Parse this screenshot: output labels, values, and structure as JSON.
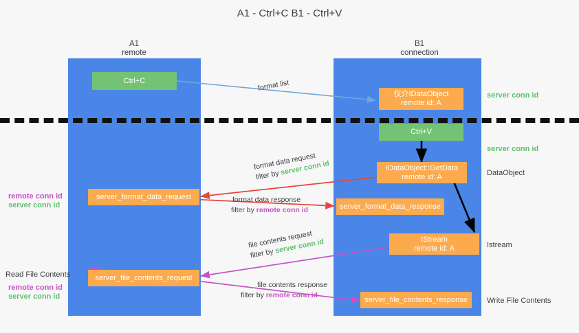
{
  "title": {
    "line1": "A1 - Ctrl+C",
    "line2": "B1 - Ctrl+V"
  },
  "lanes": [
    {
      "name": "A1",
      "sub": "remote"
    },
    {
      "name": "B1",
      "sub": "connection"
    }
  ],
  "nodes": {
    "ctrl_c": {
      "label": "Ctrl+C"
    },
    "idataobject": {
      "label": "仅介IDataObject",
      "sub": "remote id: A"
    },
    "ctrl_v": {
      "label": "Ctrl+V"
    },
    "getdata": {
      "label": "IDataObject::GetData",
      "sub": "remote id: A"
    },
    "format_data_request": {
      "label": "server_format_data_request"
    },
    "format_data_response": {
      "label": "server_format_data_response"
    },
    "istream": {
      "label": "IStream",
      "sub": "remote id: A"
    },
    "file_contents_request": {
      "label": "server_file_contents_request"
    },
    "file_contents_response": {
      "label": "server_file_contents_response"
    }
  },
  "edges": {
    "format_list": {
      "line1": "format list"
    },
    "format_data_request": {
      "line1": "format data request",
      "filter_prefix": "filter by ",
      "filter_value": "server conn id"
    },
    "format_data_response": {
      "line1": "format data response",
      "filter_prefix": "filter by ",
      "filter_value": "remote conn id"
    },
    "file_contents_request": {
      "line1": "file contents request",
      "filter_prefix": "filter by ",
      "filter_value": "server conn id"
    },
    "file_contents_response": {
      "line1": "file contents response",
      "filter_prefix": "filter by ",
      "filter_value": "remote conn id"
    }
  },
  "annotations": {
    "right_server_conn_top": "server conn id",
    "right_server_conn_second": "server conn id",
    "right_dataobject": "DataObject",
    "right_istream": "Istream",
    "right_write_file_contents": "Write File Contents",
    "left_remote_conn_1": "remote conn id",
    "left_server_conn_1": "server conn id",
    "left_read_file_contents": "Read File Contents",
    "left_remote_conn_2": "remote conn id",
    "left_server_conn_2": "server conn id"
  },
  "colors": {
    "lane": "#4a86e8",
    "green_node": "#74c274",
    "orange_node": "#fbaa4d",
    "arrow_blue": "#6fa8dc",
    "arrow_red": "#e8453c",
    "arrow_magenta": "#c653c6",
    "arrow_black": "#000000",
    "text_green": "#5fbf6e",
    "text_magenta": "#c653c6",
    "background": "#f7f7f7"
  }
}
